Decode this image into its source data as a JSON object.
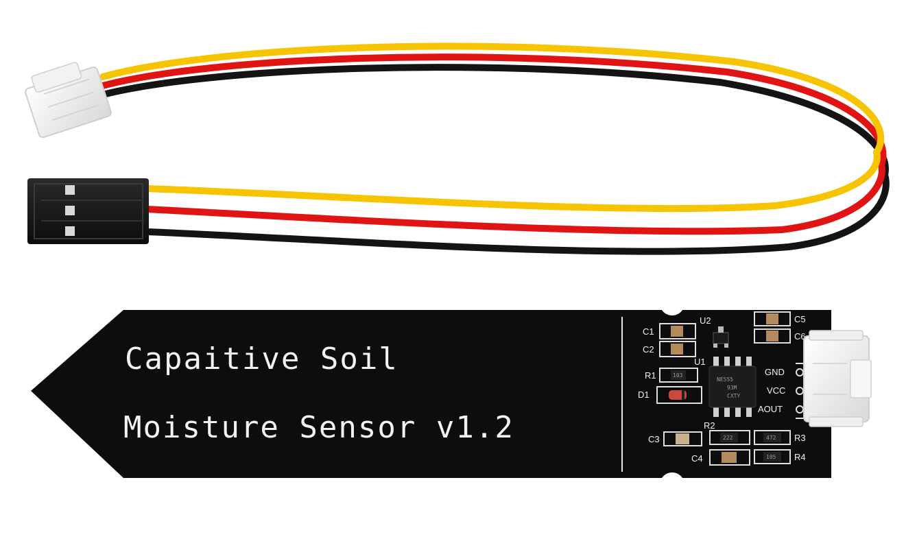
{
  "board": {
    "title_line1": "Capaitive Soil",
    "title_line2": "Moisture Sensor v1.2",
    "pins": [
      "GND",
      "VCC",
      "AOUT"
    ],
    "labels": {
      "c1": "C1",
      "c2": "C2",
      "c3": "C3",
      "c4": "C4",
      "c5": "C5",
      "c6": "C6",
      "r1": "R1",
      "r2": "R2",
      "r3": "R3",
      "r4": "R4",
      "d1": "D1",
      "u1": "U1",
      "u2": "U2"
    },
    "chip": {
      "line1": "NE555",
      "line2": "93M",
      "line3": "CXTY"
    },
    "resistor_codes": {
      "r1": "103",
      "r2": "222",
      "r3": "472",
      "r4": "105"
    }
  },
  "cable": {
    "wire_colors": [
      "#f6c400",
      "#e11414",
      "#141414"
    ]
  }
}
